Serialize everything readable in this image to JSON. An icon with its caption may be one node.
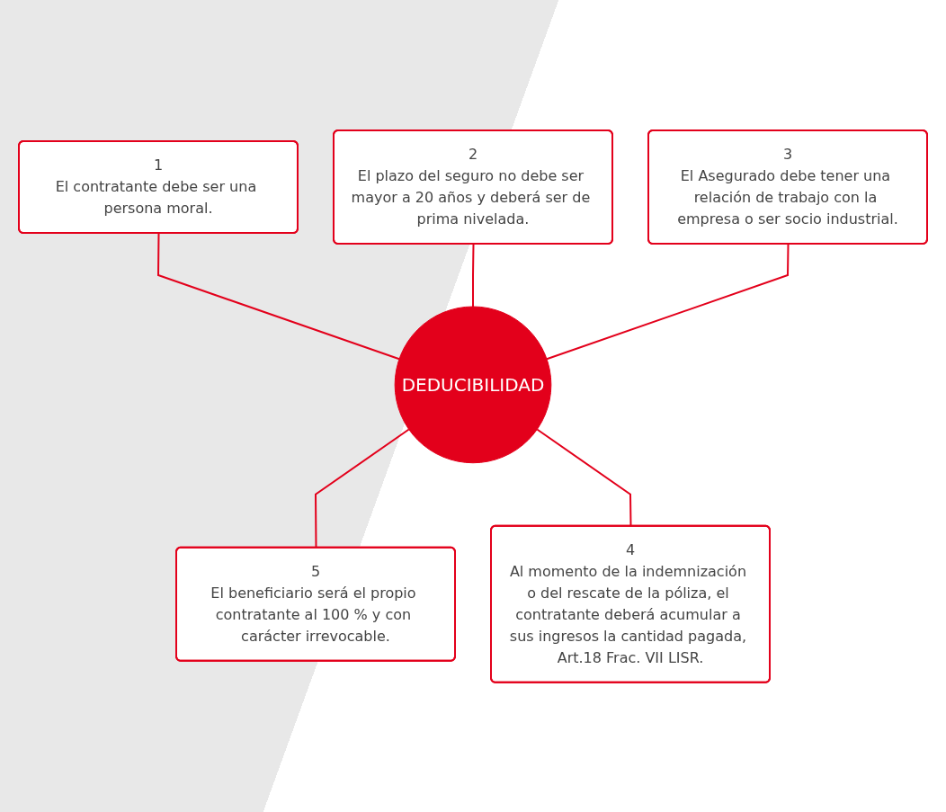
{
  "diagram": {
    "nodes": [
      {
        "text": [
          "2",
          "El plazo del seguro no debe ser mayor a 20 años y deberá ser de prima nivelada."
        ]
      },
      {
        "text": [
          "1",
          "El contratante debe ser una persona moral."
        ]
      },
      {
        "text": [
          "3",
          "El Asegurado debe tener una relación de trabajo con la empresa o ser socio industrial."
        ]
      },
      {
        "text": [
          "DEDUCIBILIDAD"
        ]
      },
      {
        "text": [
          "5",
          "El beneficiario será el propio contratante al 100 % y con carácter irrevocable."
        ]
      },
      {
        "text": [
          "4",
          "Al momento de la indemnización o del rescate de la póliza, el contratante deberá acumular a sus ingresos la cantidad pagada, Art.18 Frac. VII LISR."
        ]
      }
    ],
    "edges": [
      {
        "from": 1,
        "to": 3,
        "arrow": "none"
      },
      {
        "from": 0,
        "to": 3,
        "arrow": "none"
      },
      {
        "from": 2,
        "to": 3,
        "arrow": "none"
      },
      {
        "from": 3,
        "to": 4,
        "arrow": "none"
      },
      {
        "from": 3,
        "to": 5,
        "arrow": "none"
      }
    ]
  }
}
